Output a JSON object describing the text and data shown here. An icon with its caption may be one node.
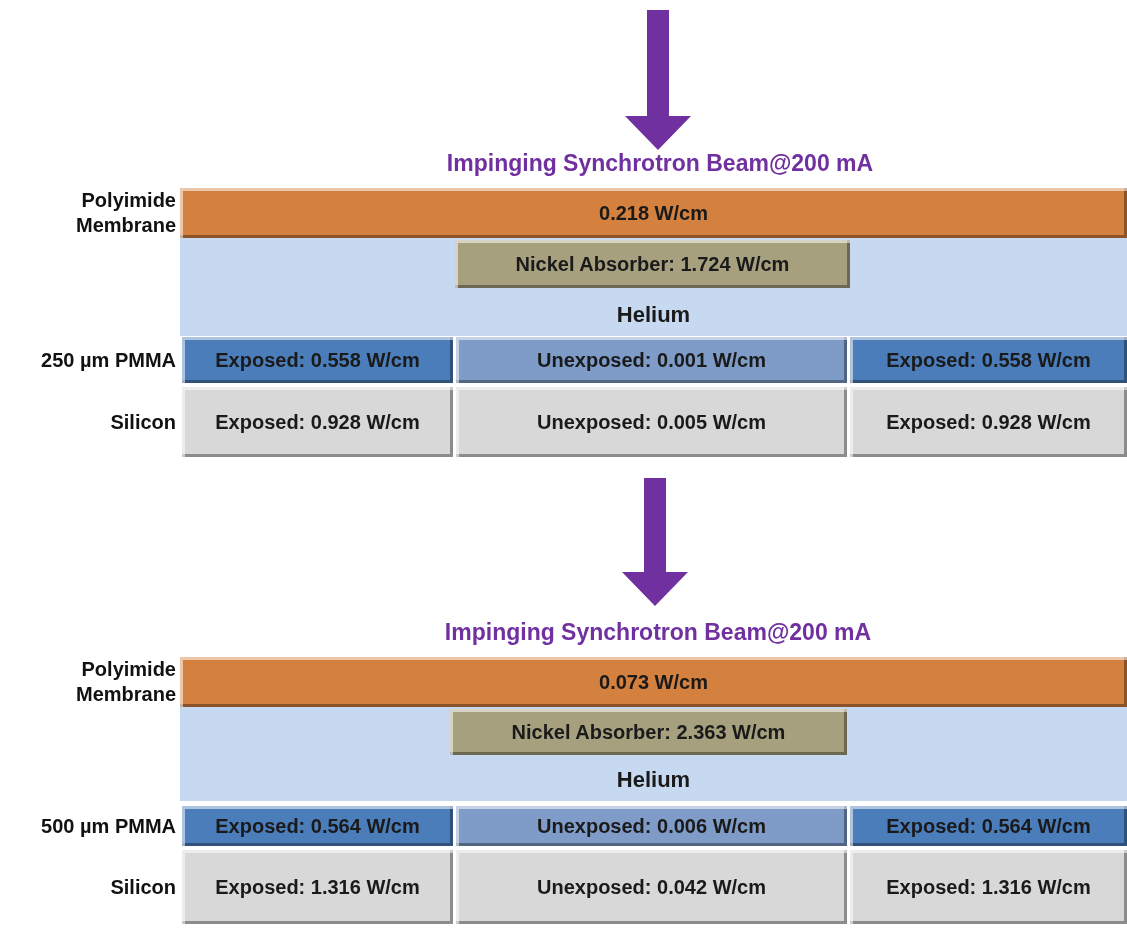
{
  "diagram": {
    "nodes": [
      {
        "text": [
          "0.218 W/cm"
        ],
        "beside": [
          "Polyimide Membrane"
        ]
      },
      {
        "text": [
          "Helium"
        ]
      },
      {
        "text": [
          "Nickel Absorber:  1.724 W/cm"
        ],
        "in": 1
      },
      {
        "text": [
          "Exposed: 0.558 W/cm"
        ],
        "beside": [
          "250 µm PMMA"
        ]
      },
      {
        "text": [
          "Unexposed: 0.001 W/cm"
        ]
      },
      {
        "text": [
          "Exposed: 0.558 W/cm"
        ]
      },
      {
        "text": [
          "Exposed: 0.928 W/cm"
        ],
        "beside": [
          "Silicon"
        ]
      },
      {
        "text": [
          "Unexposed: 0.005 W/cm"
        ]
      },
      {
        "text": [
          "Exposed: 0.928 W/cm"
        ]
      },
      {
        "text": [
          "0.073 W/cm"
        ],
        "beside": [
          "Polyimide Membrane"
        ]
      },
      {
        "text": [
          "Helium"
        ]
      },
      {
        "text": [
          "Nickel Absorber:  2.363 W/cm"
        ],
        "in": 10
      },
      {
        "text": [
          "Exposed: 0.564 W/cm"
        ],
        "beside": [
          "500 µm PMMA"
        ]
      },
      {
        "text": [
          "Unexposed: 0.006 W/cm"
        ]
      },
      {
        "text": [
          "Exposed: 0.564 W/cm"
        ]
      },
      {
        "text": [
          "Exposed: 1.316 W/cm"
        ],
        "beside": [
          "Silicon"
        ]
      },
      {
        "text": [
          "Unexposed: 0.042 W/cm"
        ]
      },
      {
        "text": [
          "Exposed: 1.316 W/cm"
        ]
      }
    ],
    "labels": [
      "Impinging Synchrotron Beam@200 mA",
      "Impinging Synchrotron Beam@200 mA"
    ]
  }
}
